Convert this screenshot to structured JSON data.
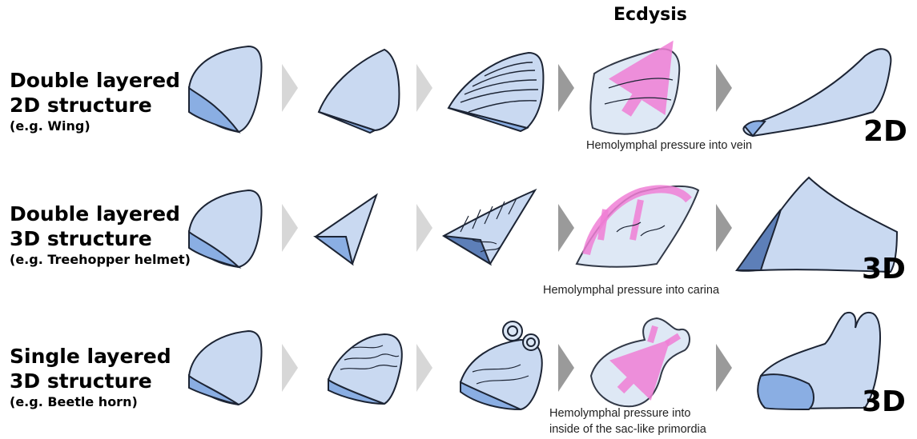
{
  "header": {
    "ecdysis": "Ecdysis"
  },
  "rows": [
    {
      "title_line1": "Double layered",
      "title_line2": "2D structure",
      "example": "(e.g. Wing)",
      "caption_line1": "Hemolymphal pressure into vein",
      "caption_line2": "",
      "result": "2D"
    },
    {
      "title_line1": "Double layered",
      "title_line2": "3D structure",
      "example": "(e.g. Treehopper helmet)",
      "caption_line1": "Hemolymphal pressure into carina",
      "caption_line2": "",
      "result": "3D"
    },
    {
      "title_line1": "Single layered",
      "title_line2": "3D structure",
      "example": "(e.g. Beetle horn)",
      "caption_line1": "Hemolymphal pressure into",
      "caption_line2": "inside of the sac-like primordia",
      "result": "3D"
    }
  ],
  "colors": {
    "fill_light": "#c9d9f1",
    "fill_dark": "#8aaee3",
    "arrow_light": "#d7d7d7",
    "arrow_dark": "#9a9a9a",
    "pressure": "#f07fd6"
  }
}
